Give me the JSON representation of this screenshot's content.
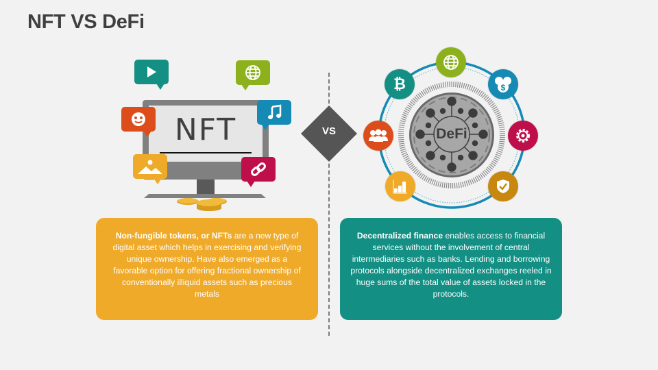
{
  "title": "NFT VS DeFi",
  "vs_label": "VS",
  "nft": {
    "monitor_label": "NFT",
    "bubbles": [
      {
        "icon": "play-icon",
        "color": "#148f84"
      },
      {
        "icon": "globe-icon",
        "color": "#8cb11c"
      },
      {
        "icon": "smiley-icon",
        "color": "#dd4d1b"
      },
      {
        "icon": "music-note-icon",
        "color": "#148ab4"
      },
      {
        "icon": "image-icon",
        "color": "#efaa2a"
      },
      {
        "icon": "link-icon",
        "color": "#be0f4a"
      }
    ],
    "card": {
      "bold": "Non-fungible tokens, or NFTs",
      "text": " are a new type of digital asset which helps in exercising and verifying unique ownership. Have also emerged as a favorable option for offering fractional ownership of conventionally illiquid assets such as precious metals",
      "color": "#efaa2a"
    }
  },
  "defi": {
    "center_label": "DeFi",
    "nodes": [
      {
        "icon": "globe-icon",
        "color": "#8cb11c"
      },
      {
        "icon": "currency-coins-icon",
        "color": "#148ab4"
      },
      {
        "icon": "gear-icon",
        "color": "#be0f4a"
      },
      {
        "icon": "shield-check-icon",
        "color": "#c8880f"
      },
      {
        "icon": "bar-chart-icon",
        "color": "#efaa2a"
      },
      {
        "icon": "people-group-icon",
        "color": "#dd4d1b"
      },
      {
        "icon": "bitcoin-icon",
        "color": "#148f84"
      }
    ],
    "card": {
      "bold": "Decentralized finance",
      "text": " enables access to financial services without the involvement of central intermediaries such as banks. Lending and borrowing protocols alongside decentralized exchanges reeled in huge sums of the total value of assets locked in the protocols.",
      "color": "#138f84"
    }
  }
}
